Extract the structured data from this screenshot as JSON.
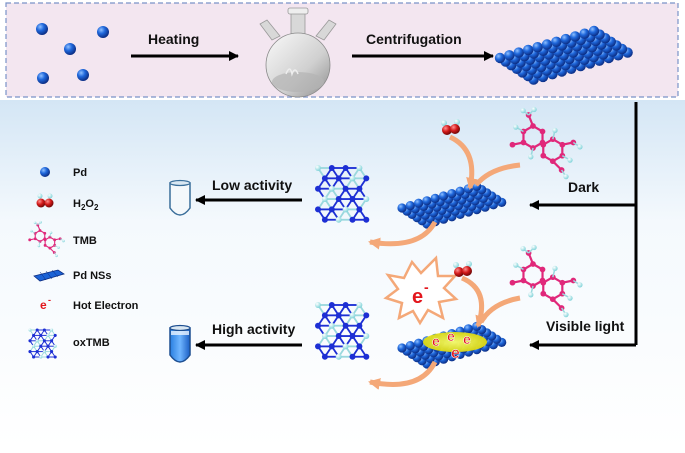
{
  "top_process": {
    "step1_label": "Heating",
    "step2_label": "Centrifugation"
  },
  "conditions": {
    "dark": "Dark",
    "visible_light": "Visible light"
  },
  "outcomes": {
    "low": "Low activity",
    "high": "High activity"
  },
  "electron_symbol": "e",
  "electron_charge": "-",
  "legend": [
    {
      "icon": "pd-atom-icon",
      "label": "Pd"
    },
    {
      "icon": "h2o2-molecule-icon",
      "label": "H",
      "sub1": "2",
      "mid": "O",
      "sub2": "2"
    },
    {
      "icon": "tmb-molecule-icon",
      "label": "TMB"
    },
    {
      "icon": "pd-nanosheet-icon",
      "label": "Pd NSs"
    },
    {
      "icon": "hot-electron-icon",
      "label": "Hot Electron"
    },
    {
      "icon": "oxtmb-molecule-icon",
      "label": "oxTMB"
    }
  ],
  "colors": {
    "panel_top": "#f3e6f0",
    "panel_bottom_grad_top": "#d6e8f6",
    "sphere": "#1c63d6",
    "oxygen": "#d61a1a",
    "hydrogen": "#a9e8ec",
    "tmb": "#e0287a",
    "oxtmb_blue": "#1d2fd4",
    "curve_arrow": "#f4a878",
    "hot_spot": "#f2f000",
    "electron_text": "#e3161d"
  }
}
